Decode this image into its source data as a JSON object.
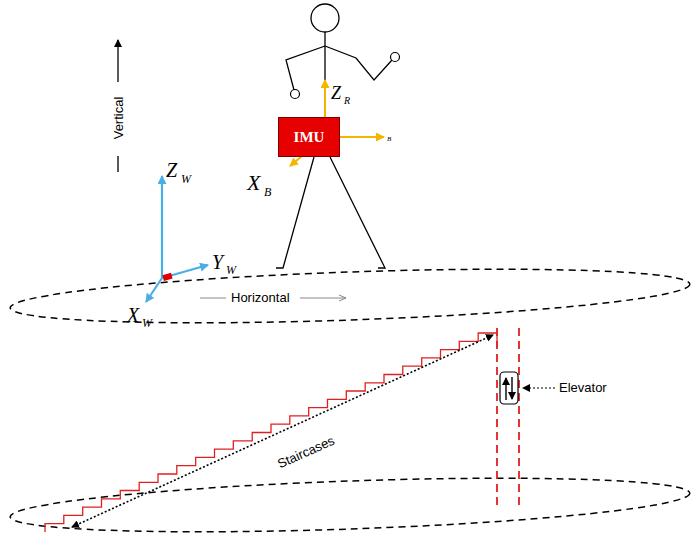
{
  "diagram": {
    "nodes": [
      {
        "text": [
          "IMU"
        ]
      }
    ],
    "labels": [
      "Vertical",
      "Z",
      "W",
      "Y",
      "W",
      "X",
      "W",
      "Horizontal",
      "Z",
      "R",
      "X",
      "B",
      "B",
      "Staircases",
      "Elevator"
    ]
  }
}
